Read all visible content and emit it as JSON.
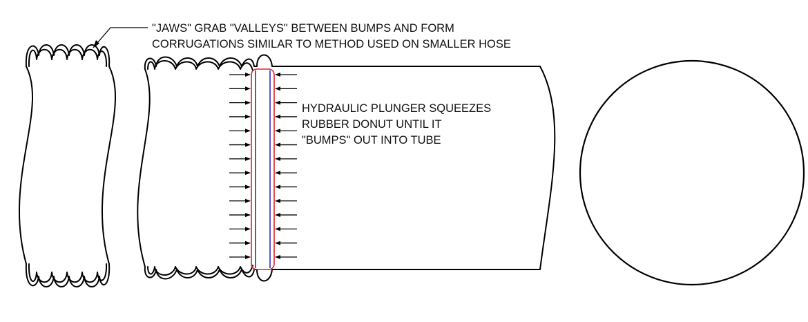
{
  "labels": {
    "jaws_line1": "\"JAWS\" GRAB \"VALLEYS\" BETWEEN BUMPS AND FORM",
    "jaws_line2": "CORRUGATIONS SIMILAR TO METHOD USED ON SMALLER HOSE",
    "plunger_line1": "HYDRAULIC PLUNGER SQUEEZES",
    "plunger_line2": "RUBBER DONUT UNTIL IT",
    "plunger_line3": "\"BUMPS\" OUT INTO TUBE"
  },
  "colors": {
    "line": "#000000",
    "donut_outline": "#e0202a",
    "plunger": "#2a2ad0",
    "background": "#ffffff"
  },
  "pressure_arrows": {
    "count": 14
  }
}
